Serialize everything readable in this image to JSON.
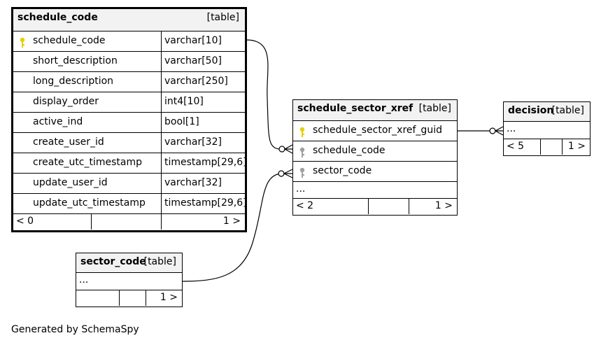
{
  "tables": {
    "schedule_code": {
      "name": "schedule_code",
      "kind": "[table]",
      "columns": [
        {
          "name": "schedule_code",
          "type": "varchar[10]",
          "key": "primary"
        },
        {
          "name": "short_description",
          "type": "varchar[50]",
          "key": ""
        },
        {
          "name": "long_description",
          "type": "varchar[250]",
          "key": ""
        },
        {
          "name": "display_order",
          "type": "int4[10]",
          "key": ""
        },
        {
          "name": "active_ind",
          "type": "bool[1]",
          "key": ""
        },
        {
          "name": "create_user_id",
          "type": "varchar[32]",
          "key": ""
        },
        {
          "name": "create_utc_timestamp",
          "type": "timestamp[29,6]",
          "key": ""
        },
        {
          "name": "update_user_id",
          "type": "varchar[32]",
          "key": ""
        },
        {
          "name": "update_utc_timestamp",
          "type": "timestamp[29,6]",
          "key": ""
        }
      ],
      "parents": "< 0",
      "children": "1 >"
    },
    "schedule_sector_xref": {
      "name": "schedule_sector_xref",
      "kind": "[table]",
      "columns": [
        {
          "name": "schedule_sector_xref_guid",
          "key": "primary"
        },
        {
          "name": "schedule_code",
          "key": "foreign"
        },
        {
          "name": "sector_code",
          "key": "foreign"
        }
      ],
      "more": "...",
      "parents": "< 2",
      "children": "1 >"
    },
    "decision": {
      "name": "decision",
      "kind": "[table]",
      "more": "...",
      "parents": "< 5",
      "children": "1 >"
    },
    "sector_code": {
      "name": "sector_code",
      "kind": "[table]",
      "more": "...",
      "parents": "",
      "children": "1 >"
    }
  },
  "caption": "Generated by SchemaSpy",
  "colors": {
    "primary_key": "#e6d000",
    "foreign_key": "#a0a0a0",
    "header_bg": "#f2f2f2"
  }
}
